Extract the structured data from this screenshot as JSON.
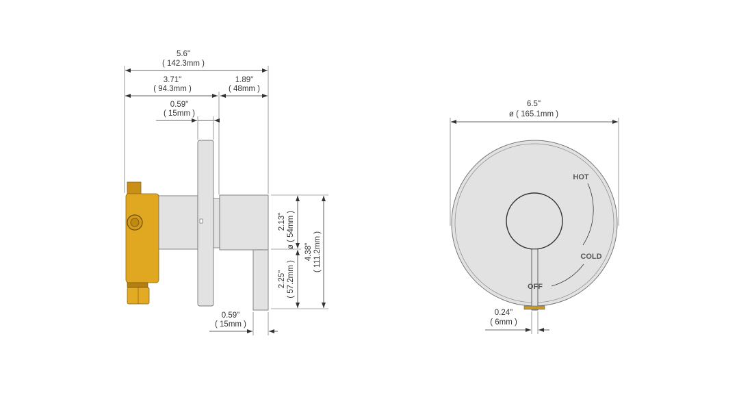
{
  "side_view": {
    "overall_width": {
      "inch": "5.6\"",
      "mm": "( 142.3mm )"
    },
    "valve_depth": {
      "inch": "3.71\"",
      "mm": "( 94.3mm )"
    },
    "trim_depth": {
      "inch": "1.89\"",
      "mm": "( 48mm )"
    },
    "plate_thickness": {
      "inch": "0.59\"",
      "mm": "( 15mm )"
    },
    "handle_diameter": {
      "inch": "2.13\"",
      "mm": "ø ( 54mm )"
    },
    "lever_length": {
      "inch": "2.25\"",
      "mm": "( 57.2mm )"
    },
    "overall_height": {
      "inch": "4.38\"",
      "mm": "( 111.2mm )"
    },
    "lever_width": {
      "inch": "0.59\"",
      "mm": "( 15mm )"
    }
  },
  "front_view": {
    "plate_diameter": {
      "inch": "6.5\"",
      "mm": "ø ( 165.1mm )"
    },
    "lever_width": {
      "inch": "0.24\"",
      "mm": "( 6mm )"
    },
    "labels": {
      "hot": "HOT",
      "cold": "COLD",
      "off": "OFF"
    }
  },
  "colors": {
    "brass": "#d9a21b",
    "chrome": "#e2e2e2",
    "line": "#333333"
  }
}
